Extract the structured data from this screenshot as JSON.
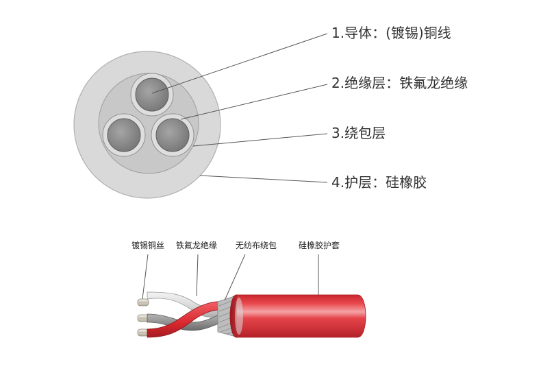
{
  "cross_section": {
    "labels": [
      {
        "id": "conductor",
        "text": "1.导体：(镀锡)铜线"
      },
      {
        "id": "insulation",
        "text": "2.绝缘层：铁氟龙绝缘"
      },
      {
        "id": "wrap",
        "text": "3.绕包层"
      },
      {
        "id": "jacket",
        "text": "4.护层：硅橡胶"
      }
    ]
  },
  "side_view": {
    "labels": [
      {
        "id": "tinned-copper",
        "text": "镀锡铜丝"
      },
      {
        "id": "teflon",
        "text": "铁氟龙绝缘"
      },
      {
        "id": "nonwoven",
        "text": "无纺布绕包"
      },
      {
        "id": "silicone-sheath",
        "text": "硅橡胶护套"
      }
    ]
  },
  "colors": {
    "jacket_outer": "#d9d9d9",
    "jacket_edge": "#b5b5b5",
    "wrap_layer": "#c9c9c9",
    "insulation": "#dcdcdc",
    "conductor": "#8a8a8a",
    "sheath_red": "#e0393f",
    "sheath_red_dark": "#c0272d",
    "sheath_red_light": "#f3a0a3",
    "leader": "#555555"
  }
}
